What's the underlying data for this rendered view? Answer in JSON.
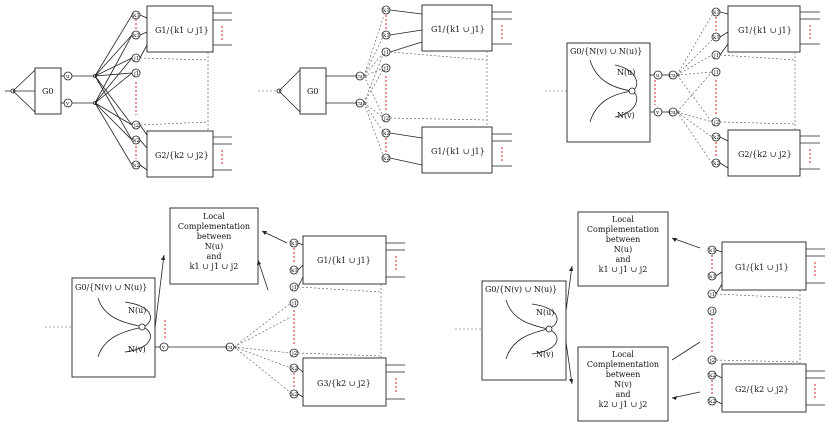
{
  "labels": {
    "G0": "G0",
    "G0_minus": "G0/{N(v) ∪ N(u)}",
    "G1": "G1/{k1 ∪ j1}",
    "G2": "G2/{k2 ∪ j2}",
    "G3": "G3/{k2 ∪ j2}",
    "Nu": "N(u)",
    "Nv": "N(v)",
    "u": "u",
    "v": "v",
    "cuv": "cu v",
    "k1": "k1",
    "k2": "k2",
    "j1": "j1",
    "j2": "j2",
    "kd": "k2"
  },
  "lc_box_1": {
    "line1": "Local",
    "line2": "Complementation",
    "line3": "between",
    "line4": "N(u)",
    "line5": "and",
    "line6": "k1 ∪ j1 ∪ j2"
  },
  "lc_box_2": {
    "line1": "Local",
    "line2": "Complementation",
    "line3": "between",
    "line4": "N(u)",
    "line5": "and",
    "line6": "k1 ∪ j1 ∪ j2"
  },
  "lc_box_3": {
    "line1": "Local",
    "line2": "Complementation",
    "line3": "between",
    "line4": "N(v)",
    "line5": "and",
    "line6": "k2 ∪ j1 ∪ j2"
  }
}
